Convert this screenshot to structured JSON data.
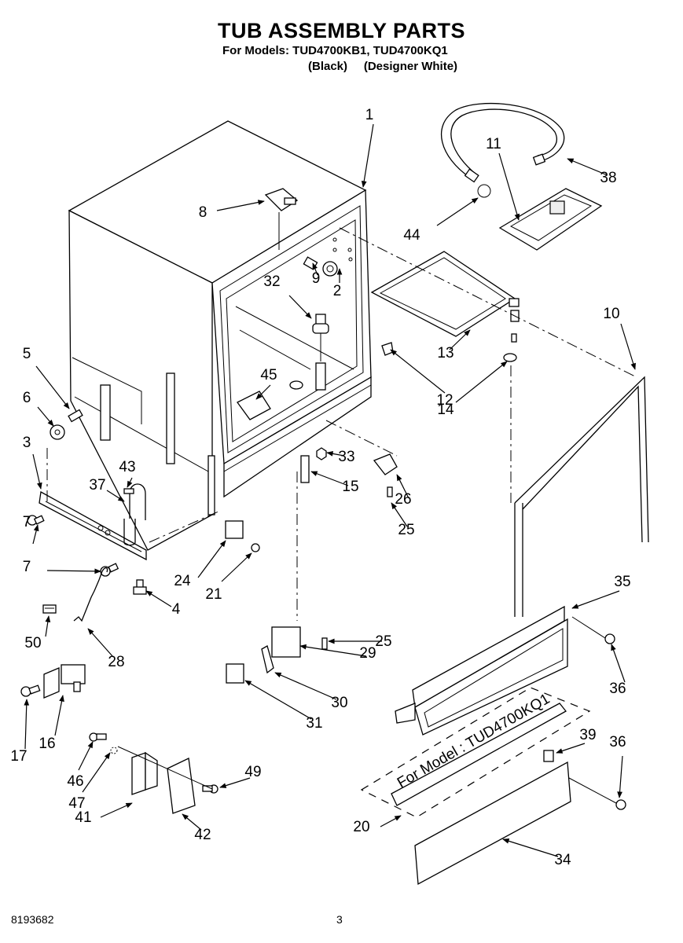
{
  "header": {
    "title": "TUB ASSEMBLY PARTS",
    "models": "For Models: TUD4700KB1, TUD4700KQ1",
    "colors": "(Black)     (Designer White)"
  },
  "footer": {
    "document_number": "8193682",
    "page_number": "3"
  },
  "panel_note": "For Model  : TUD4700KQ1",
  "callouts": [
    {
      "id": "1",
      "label": "1"
    },
    {
      "id": "2",
      "label": "2"
    },
    {
      "id": "3",
      "label": "3"
    },
    {
      "id": "4",
      "label": "4"
    },
    {
      "id": "5",
      "label": "5"
    },
    {
      "id": "6",
      "label": "6"
    },
    {
      "id": "7a",
      "label": "7"
    },
    {
      "id": "7b",
      "label": "7"
    },
    {
      "id": "8",
      "label": "8"
    },
    {
      "id": "9",
      "label": "9"
    },
    {
      "id": "10",
      "label": "10"
    },
    {
      "id": "11",
      "label": "11"
    },
    {
      "id": "12",
      "label": "12"
    },
    {
      "id": "13",
      "label": "13"
    },
    {
      "id": "14",
      "label": "14"
    },
    {
      "id": "15",
      "label": "15"
    },
    {
      "id": "16",
      "label": "16"
    },
    {
      "id": "17",
      "label": "17"
    },
    {
      "id": "20",
      "label": "20"
    },
    {
      "id": "21",
      "label": "21"
    },
    {
      "id": "24",
      "label": "24"
    },
    {
      "id": "25a",
      "label": "25"
    },
    {
      "id": "25b",
      "label": "25"
    },
    {
      "id": "26",
      "label": "26"
    },
    {
      "id": "28",
      "label": "28"
    },
    {
      "id": "29",
      "label": "29"
    },
    {
      "id": "30",
      "label": "30"
    },
    {
      "id": "31",
      "label": "31"
    },
    {
      "id": "32",
      "label": "32"
    },
    {
      "id": "33",
      "label": "33"
    },
    {
      "id": "34",
      "label": "34"
    },
    {
      "id": "35",
      "label": "35"
    },
    {
      "id": "36a",
      "label": "36"
    },
    {
      "id": "36b",
      "label": "36"
    },
    {
      "id": "37",
      "label": "37"
    },
    {
      "id": "38",
      "label": "38"
    },
    {
      "id": "39",
      "label": "39"
    },
    {
      "id": "41",
      "label": "41"
    },
    {
      "id": "42",
      "label": "42"
    },
    {
      "id": "43",
      "label": "43"
    },
    {
      "id": "44",
      "label": "44"
    },
    {
      "id": "45",
      "label": "45"
    },
    {
      "id": "46",
      "label": "46"
    },
    {
      "id": "47",
      "label": "47"
    },
    {
      "id": "49",
      "label": "49"
    },
    {
      "id": "50",
      "label": "50"
    }
  ]
}
